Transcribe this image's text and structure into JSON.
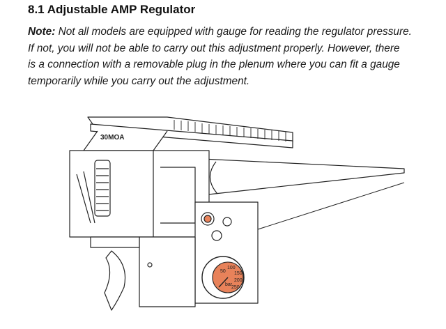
{
  "section": {
    "heading": "8.1 Adjustable AMP Regulator",
    "note_label": "Note:",
    "note_lines": [
      " Not all models are equipped with gauge for reading the regulator pressure.",
      "If not, you will not be able to carry out this adjustment properly. However, there",
      "is a connection with a removable plug in the plenum where you can fit a gauge",
      "temporarily while you carry out the adjustment."
    ]
  },
  "figure": {
    "rail_label": "30MOA",
    "gauge": {
      "unit_label": "bar",
      "scale_labels": [
        "50",
        "100",
        "150",
        "200",
        "250"
      ],
      "dial_color": "#e8825a"
    }
  }
}
